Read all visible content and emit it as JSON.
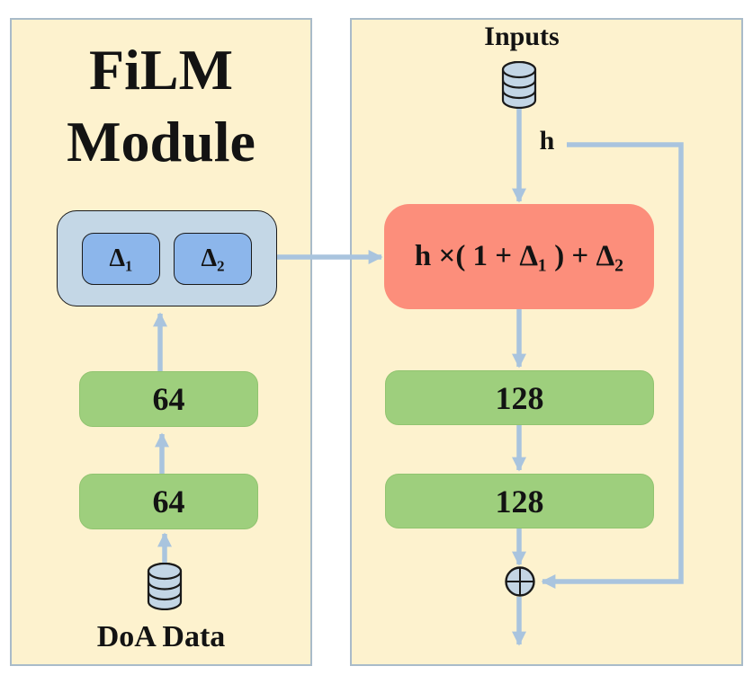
{
  "colors": {
    "canvas_bg": "#ffffff",
    "panel_bg": "#fdf2ce",
    "panel_border": "#a9bbc9",
    "arrow": "#a9c4de",
    "green_box_bg": "#9ecf7d",
    "green_box_border": "#91c470",
    "delta_box_bg": "#8cb6eb",
    "delta_container_bg": "#c4d7e6",
    "box_border": "#1a1a1a",
    "equation_box_bg": "#fc8e7b",
    "cylinder_fill": "#c3d6e6",
    "text": "#131313"
  },
  "film_module": {
    "title_line1": "FiLM",
    "title_line2": "Module",
    "params": [
      {
        "label": "Δ₁"
      },
      {
        "label": "Δ₂"
      }
    ],
    "layers": [
      {
        "label": "64"
      },
      {
        "label": "64"
      }
    ],
    "input_label": "DoA Data"
  },
  "main_network": {
    "input_label": "Inputs",
    "hidden_label": "h",
    "equation": "h ×( 1 + Δ₁ ) + Δ₂",
    "layers": [
      {
        "label": "128"
      },
      {
        "label": "128"
      }
    ],
    "sum_symbol": "⊕"
  }
}
